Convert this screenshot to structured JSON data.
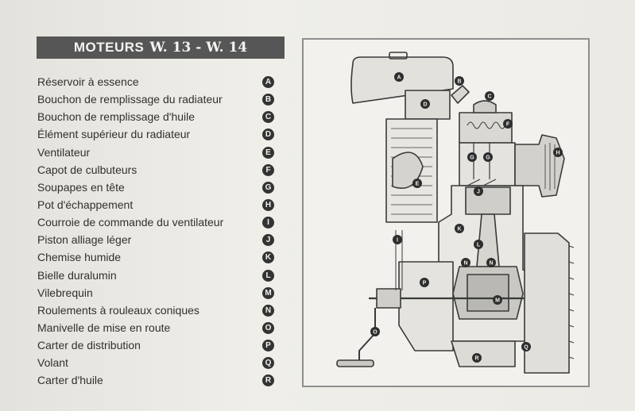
{
  "header": {
    "title_prefix": "MOTEURS",
    "title_models": "W. 13 - W. 14"
  },
  "legend": [
    {
      "label": "Réservoir à essence",
      "letter": "A"
    },
    {
      "label": "Bouchon de remplissage du radiateur",
      "letter": "B"
    },
    {
      "label": "Bouchon de remplissage d'huile",
      "letter": "C"
    },
    {
      "label": "Élément supérieur du radiateur",
      "letter": "D"
    },
    {
      "label": "Ventilateur",
      "letter": "E"
    },
    {
      "label": "Capot de culbuteurs",
      "letter": "F"
    },
    {
      "label": "Soupapes en tête",
      "letter": "G"
    },
    {
      "label": "Pot d'échappement",
      "letter": "H"
    },
    {
      "label": "Courroie de commande du ventilateur",
      "letter": "I"
    },
    {
      "label": "Piston alliage léger",
      "letter": "J"
    },
    {
      "label": "Chemise humide",
      "letter": "K"
    },
    {
      "label": "Bielle duralumin",
      "letter": "L"
    },
    {
      "label": "Vilebrequin",
      "letter": "M"
    },
    {
      "label": "Roulements à rouleaux coniques",
      "letter": "N"
    },
    {
      "label": "Manivelle de mise en route",
      "letter": "O"
    },
    {
      "label": "Carter de distribution",
      "letter": "P"
    },
    {
      "label": "Volant",
      "letter": "Q"
    },
    {
      "label": "Carter d'huile",
      "letter": "R"
    }
  ],
  "diagram_callouts": {
    "A": "A",
    "B": "B",
    "C": "C",
    "D": "D",
    "E": "E",
    "F": "F",
    "G": "G",
    "H": "H",
    "I": "I",
    "J": "J",
    "K": "K",
    "L": "L",
    "M": "M",
    "N": "N",
    "O": "O",
    "P": "P",
    "Q": "Q",
    "R": "R"
  },
  "colors": {
    "page": "#ecebe6",
    "title_bar": "#565656",
    "marker": "#333333",
    "ink": "#2b2b2b"
  }
}
